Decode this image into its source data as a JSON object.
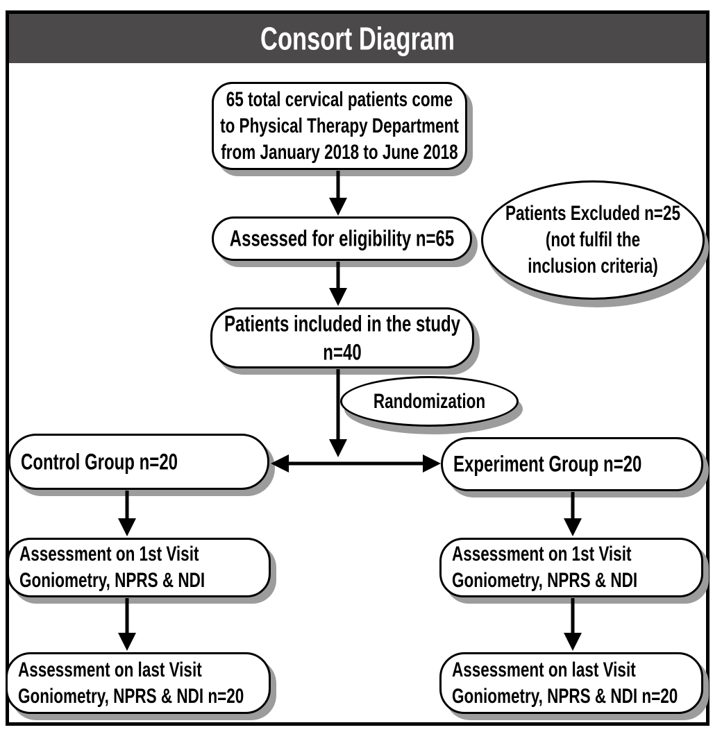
{
  "title": "Consort Diagram",
  "colors": {
    "title_bar_bg": "#4c494a",
    "title_text": "#ffffff",
    "frame_border": "#000000",
    "node_bg": "#ffffff",
    "node_border": "#000000",
    "shadow": "#9c9c9c",
    "arrow": "#000000"
  },
  "nodes": {
    "total_patients": "65 total cervical patients come\nto Physical Therapy Department\nfrom January 2018 to June 2018",
    "assessed_eligibility": "Assessed for eligibility n=65",
    "patients_excluded": "Patients Excluded n=25\n(not fulfil the\ninclusion criteria)",
    "patients_included": "Patients included in the study\nn=40",
    "randomization": "Randomization",
    "control_group": "Control Group n=20",
    "experiment_group": "Experiment Group n=20",
    "control_first_visit": "Assessment on 1st Visit\nGoniometry, NPRS & NDI",
    "experiment_first_visit": "Assessment on 1st Visit\nGoniometry, NPRS & NDI",
    "control_last_visit": "Assessment on last Visit\nGoniometry, NPRS & NDI n=20",
    "experiment_last_visit": "Assessment on last Visit\nGoniometry, NPRS & NDI n=20"
  },
  "edges": [
    {
      "from": "total_patients",
      "to": "assessed_eligibility"
    },
    {
      "from": "assessed_eligibility",
      "to": "patients_included"
    },
    {
      "from": "patients_included",
      "to": "randomization_split"
    },
    {
      "from": "randomization_split",
      "to": "control_group"
    },
    {
      "from": "randomization_split",
      "to": "experiment_group"
    },
    {
      "from": "control_group",
      "to": "control_first_visit"
    },
    {
      "from": "control_first_visit",
      "to": "control_last_visit"
    },
    {
      "from": "experiment_group",
      "to": "experiment_first_visit"
    },
    {
      "from": "experiment_first_visit",
      "to": "experiment_last_visit"
    }
  ]
}
